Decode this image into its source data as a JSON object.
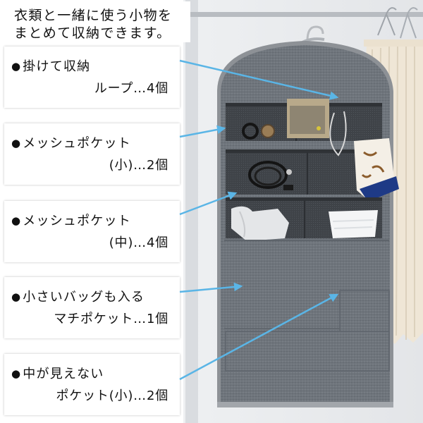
{
  "intro": {
    "line1": "衣類と一緒に使う小物を",
    "line2": "まとめて収納できます。"
  },
  "bullet": "●",
  "features": [
    {
      "line1": "掛けて収納",
      "line2": "ループ…4個"
    },
    {
      "line1": "メッシュポケット",
      "line2": "(小)…2個"
    },
    {
      "line1": "メッシュポケット",
      "line2": "(中)…4個"
    },
    {
      "line1": "小さいバッグも入る",
      "line2": "マチポケット…1個"
    },
    {
      "line1": "中が見えない",
      "line2": "ポケット(小)…2個"
    }
  ],
  "colors": {
    "arrow": "#5ab5e6",
    "card": "#ffffff",
    "organizer": "#6f757c",
    "mesh": "#3e4247",
    "trim": "#8d9196"
  }
}
